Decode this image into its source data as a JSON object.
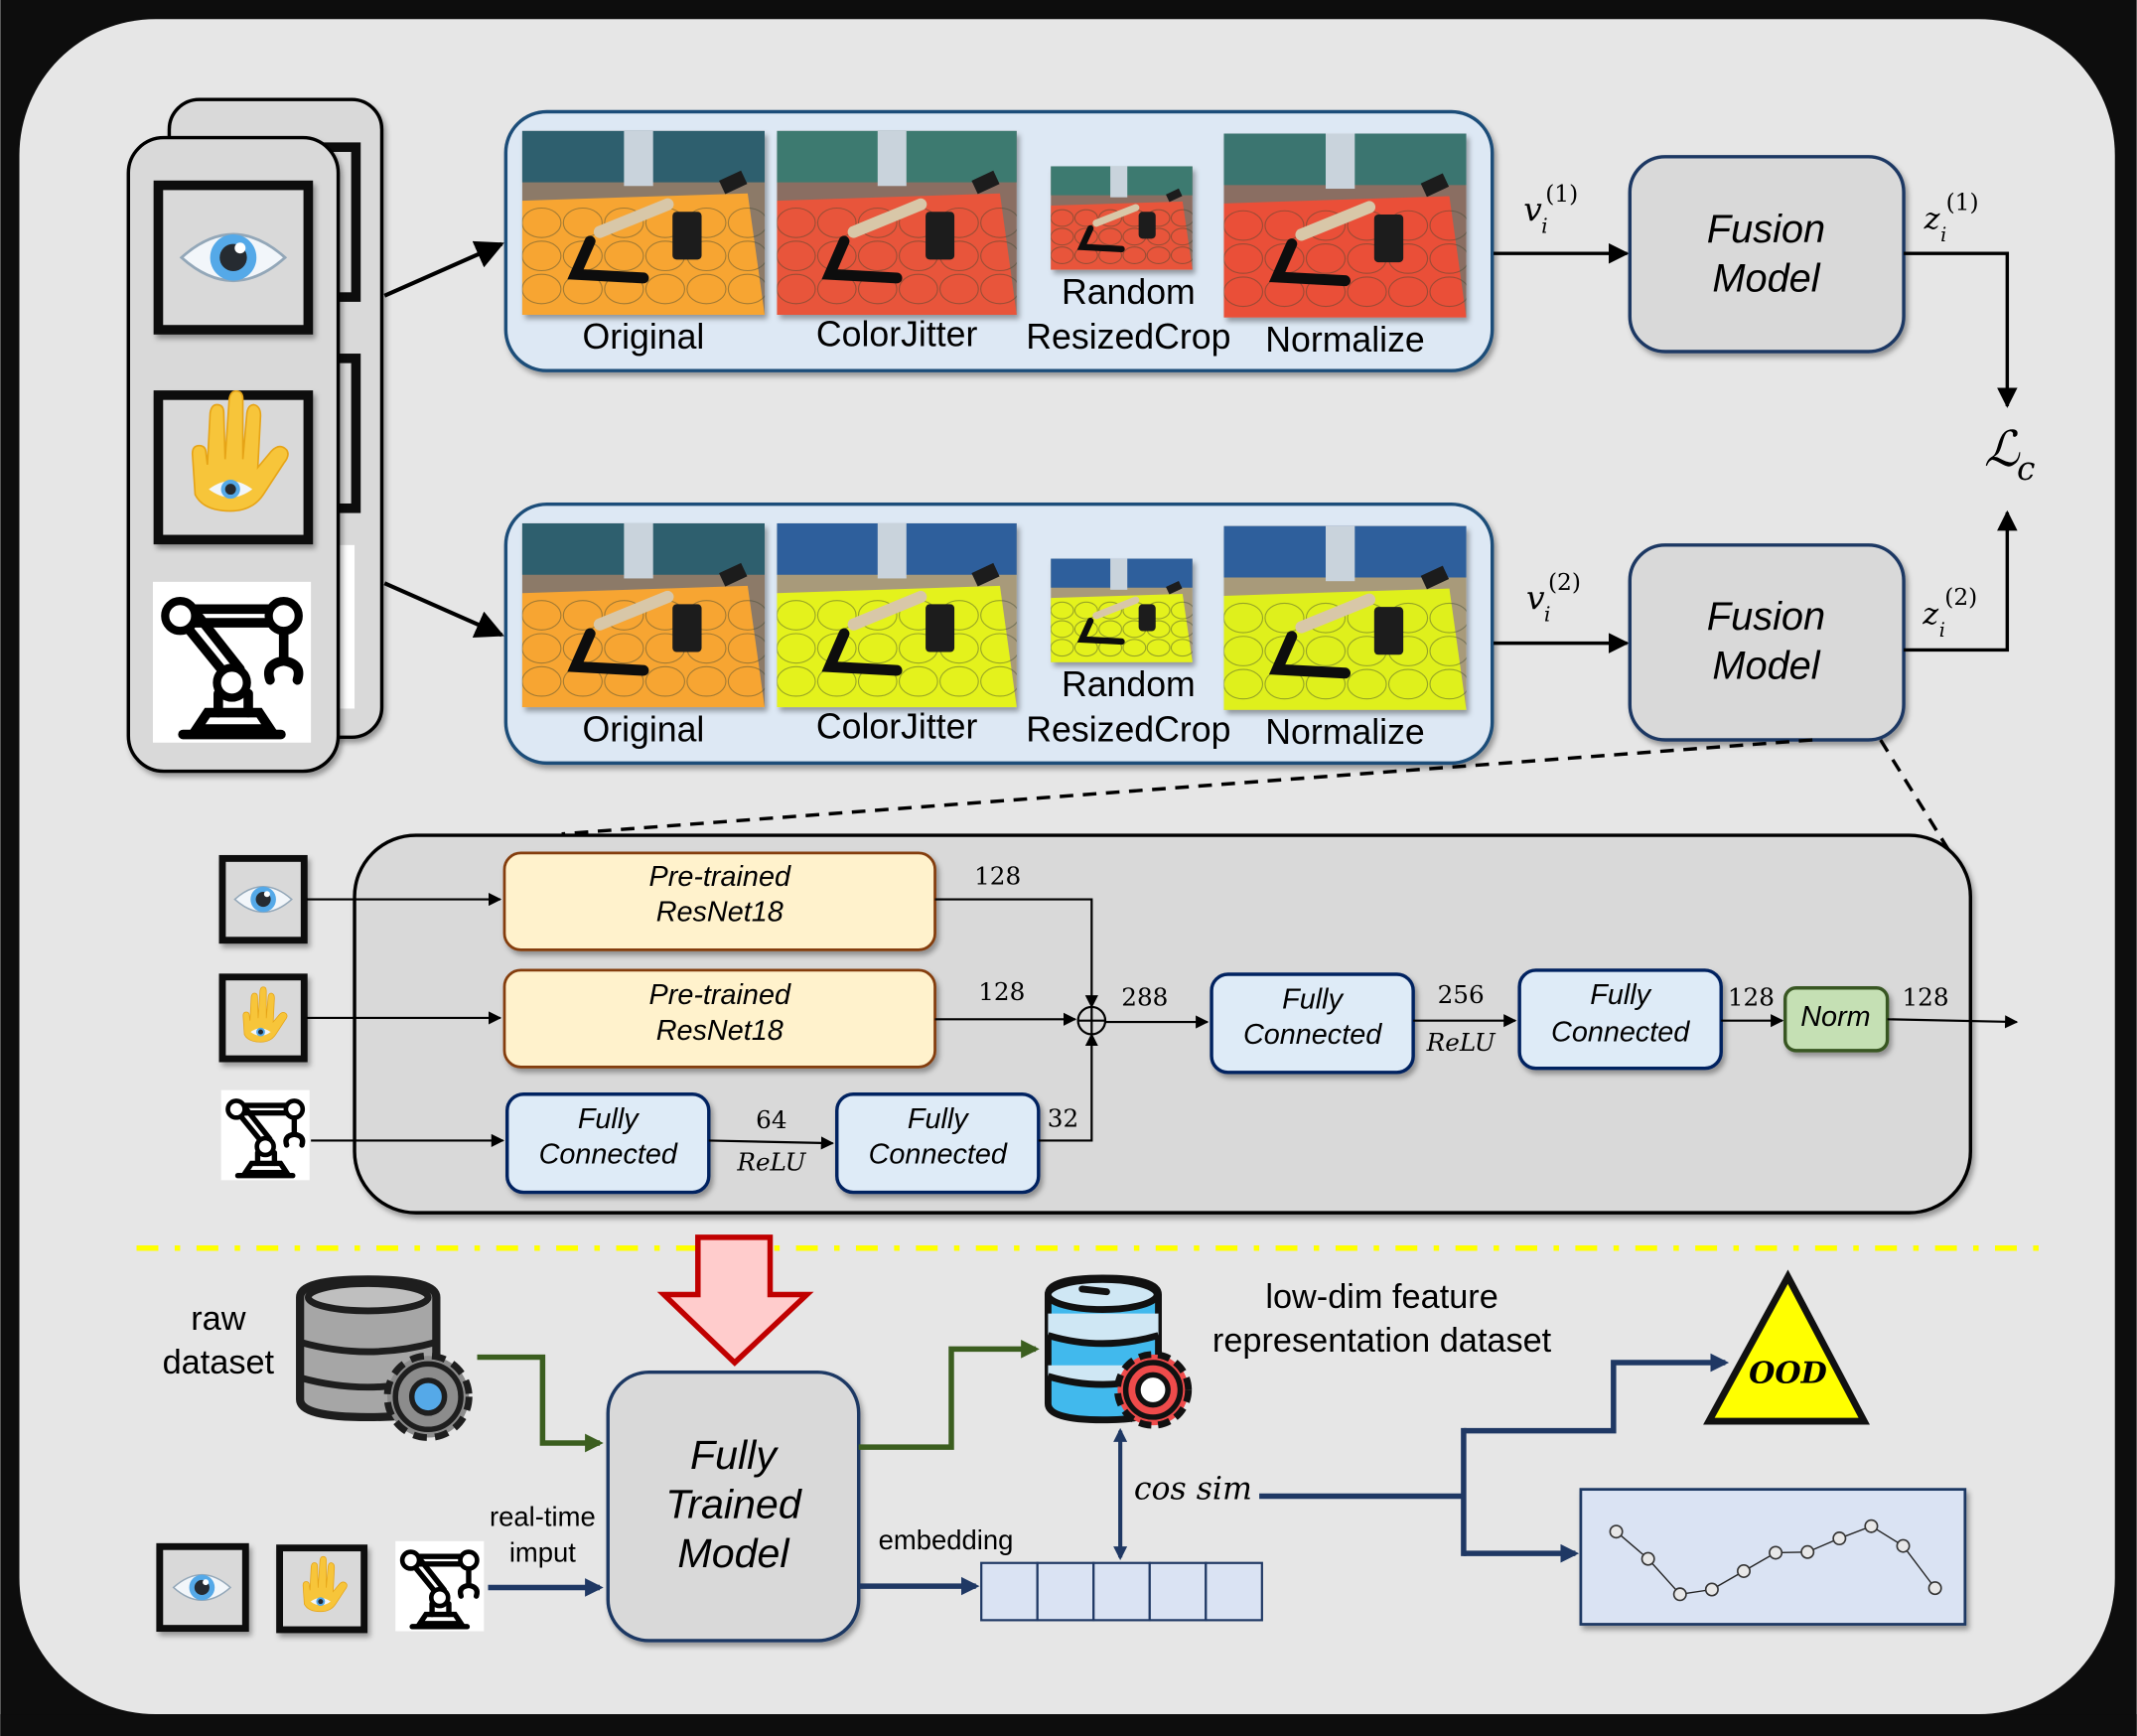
{
  "augment_rows": [
    {
      "id": "view1",
      "tiles": [
        {
          "label": "Original",
          "palette": {
            "floor": "#f7a531",
            "wall": "#2f5f6e",
            "ground": "#8c7a68"
          }
        },
        {
          "label": "ColorJitter",
          "palette": {
            "floor": "#e8553a",
            "wall": "#3e7a70",
            "ground": "#8a6e62"
          }
        },
        {
          "label_line1": "Random",
          "label_line2": "ResizedCrop",
          "palette": {
            "floor": "#e8553a",
            "wall": "#3e7a70",
            "ground": "#8a6e62"
          }
        },
        {
          "label": "Normalize",
          "palette": {
            "floor": "#ea4f38",
            "wall": "#3a7570",
            "ground": "#8a6e62"
          }
        }
      ],
      "view_symbol": "v",
      "view_sub": "i",
      "view_sup": "(1)",
      "embed_symbol": "z",
      "embed_sub": "i",
      "embed_sup": "(1)"
    },
    {
      "id": "view2",
      "tiles": [
        {
          "label": "Original",
          "palette": {
            "floor": "#f7a531",
            "wall": "#2f5f6e",
            "ground": "#8c7a68"
          }
        },
        {
          "label": "ColorJitter",
          "palette": {
            "floor": "#e4f21a",
            "wall": "#2d5f9c",
            "ground": "#a89a7a"
          }
        },
        {
          "label_line1": "Random",
          "label_line2": "ResizedCrop",
          "palette": {
            "floor": "#e4f21a",
            "wall": "#2d5f9c",
            "ground": "#a89a7a"
          }
        },
        {
          "label": "Normalize",
          "palette": {
            "floor": "#dff01c",
            "wall": "#2d5f9c",
            "ground": "#a89a7a"
          }
        }
      ],
      "view_symbol": "v",
      "view_sub": "i",
      "view_sup": "(2)",
      "embed_symbol": "z",
      "embed_sub": "i",
      "embed_sup": "(2)"
    }
  ],
  "fusion_model": {
    "line1": "Fusion",
    "line2": "Model"
  },
  "loss_label": {
    "symbol": "ℒ",
    "sub": "c"
  },
  "fusion_detail": {
    "resnet_line1": "Pre-trained",
    "resnet_line2": "ResNet18",
    "fc_line1": "Fully",
    "fc_line2": "Connected",
    "norm_label": "Norm",
    "relu_label": "ReLU",
    "dims": {
      "eye_out": "128",
      "hand_out": "128",
      "concat": "288",
      "proprio_fc1": "64",
      "proprio_fc2": "32",
      "fc1_out": "256",
      "fc2_out": "128",
      "norm_out": "128"
    }
  },
  "deploy": {
    "raw_dataset_line1": "raw",
    "raw_dataset_line2": "dataset",
    "model_line1": "Fully",
    "model_line2": "Trained",
    "model_line3": "Model",
    "realtime_line1": "real-time",
    "realtime_line2": "imput",
    "embedding_label": "embedding",
    "feature_db_line1": "low-dim feature",
    "feature_db_line2": "representation dataset",
    "cos_sim_label": "cos sim",
    "ood_label": "OOD",
    "embedding_cells": 5
  },
  "colors": {
    "background": "#e6e6e6",
    "frame": "#0d0d0d",
    "panel_fill": "#dde8f4",
    "panel_stroke": "#1f4e79",
    "box_fill": "#d9d9d9",
    "box_stroke": "#1f3864",
    "resnet_fill": "#fff2cc",
    "resnet_stroke": "#843c0c",
    "fc_fill": "#deebf7",
    "fc_stroke": "#002060",
    "norm_fill": "#c5e0b4",
    "norm_stroke": "#385723",
    "green_arrow": "#3b5e1f",
    "navy_arrow": "#1f3864",
    "red_arrow_stroke": "#c00000",
    "red_arrow_fill": "#ffcccc",
    "ood_fill": "#ffff00",
    "separator_dash": "#ffff00",
    "separator_glow": "#f4b183"
  },
  "chart_data": {
    "type": "line",
    "title": "",
    "xlabel": "",
    "ylabel": "",
    "x": [
      1,
      2,
      3,
      4,
      5,
      6,
      7,
      8,
      9,
      10,
      11
    ],
    "values": [
      0.92,
      0.52,
      0.0,
      0.07,
      0.34,
      0.61,
      0.62,
      0.82,
      1.0,
      0.71,
      0.09
    ],
    "ylim": [
      0,
      1
    ],
    "grid": false,
    "legend": "none",
    "markers": "hollow-circle"
  }
}
